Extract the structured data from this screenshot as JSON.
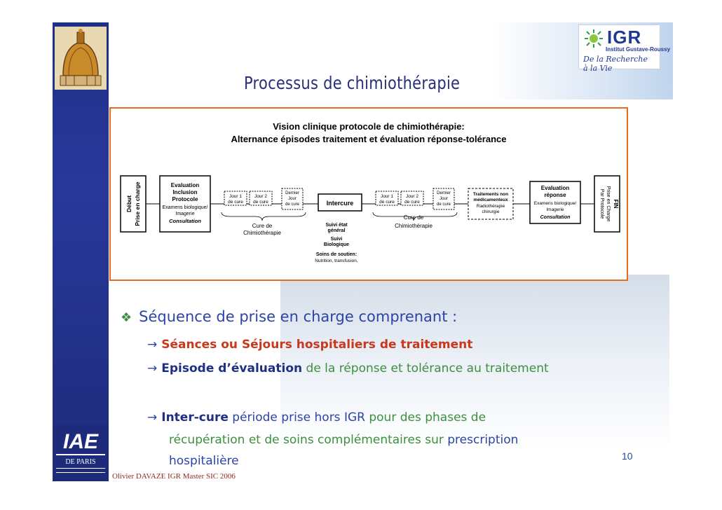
{
  "header": {
    "title": "Processus  de  chimiothérapie",
    "igr_logo": "IGR",
    "igr_subtitle": "Institut Gustave-Roussy",
    "igr_tagline": "De la Recherche\nà la Vie"
  },
  "diagram": {
    "heading1": "Vision clinique protocole de chimiothérapie:",
    "heading2": "Alternance épisodes traitement et évaluation réponse-tolérance",
    "start": [
      "Début",
      "Prise en charge"
    ],
    "eval_inclusion": [
      "Evaluation",
      "Inclusion",
      "Protocole"
    ],
    "eval_inclusion_sub": [
      "Examens biologique/",
      "Imagerie"
    ],
    "consultation": "Consultation",
    "jour1": [
      "Jour 1",
      "de cure"
    ],
    "jour2": [
      "Jour 2",
      "de cure"
    ],
    "dernier_jour": [
      "Dernier",
      "Jour",
      "de cure"
    ],
    "cure_label": [
      "Cure  de",
      "Chimiothérapie"
    ],
    "intercure": "Intercure",
    "intercure_notes": [
      "Suivi état",
      "général",
      "Suivi",
      "Biologique"
    ],
    "soins_title": "Soins de soutien:",
    "soins_detail": "Nutrition, transfusion,",
    "traitements": [
      "Traitements non",
      "médicamenteux",
      "Radiothérapie",
      "chirurgie"
    ],
    "eval_reponse": [
      "Evaluation",
      "réponse"
    ],
    "eval_reponse_sub": [
      "Examens biologique/",
      "Imagerie"
    ],
    "end": [
      "FIN",
      "Prise en Charge",
      "Par Protocole"
    ]
  },
  "content": {
    "bullet_main": "Séquence  de prise en charge  comprenant  :",
    "line1_bold": "Séances ou Séjours  hospitaliers de traitement",
    "line2_bold": "Episode d’évaluation",
    "line2_rest": " de la réponse et tolérance au traitement",
    "line3_bold": "Inter-cure",
    "line3_a": " période  prise hors ",
    "line3_igr": "IGR",
    "line3_b": " pour des phases de",
    "line4_a": "récupération et de soins complémentaires sur ",
    "line4_b": "prescription",
    "line5": "hospitalière",
    "arrow": "→"
  },
  "footer": {
    "page_number": "10",
    "author": "Olivier DAVAZE IGR Master SIC 2006",
    "iae_logo": "IAE",
    "iae_sub": "DE PARIS"
  },
  "colors": {
    "accent_orange": "#e76b1e",
    "title_navy": "#2a2f7a",
    "bullet_blue": "#2b44a8",
    "highlight_red": "#c8381d",
    "note_green": "#3c8f3c",
    "band_blue": "#1e2f86"
  }
}
